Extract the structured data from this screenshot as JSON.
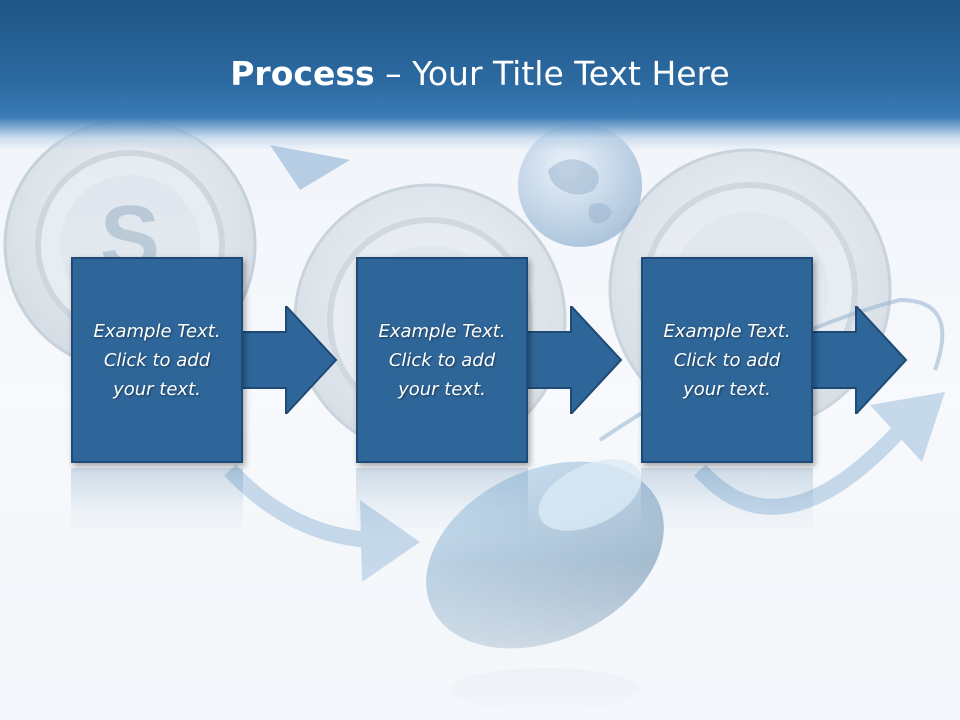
{
  "title": {
    "strong": "Process",
    "rest": " – Your Title Text Here"
  },
  "steps": [
    {
      "line1": "Example Text.",
      "line2": "Click  to add",
      "line3": "your text."
    },
    {
      "line1": "Example Text.",
      "line2": "Click  to add",
      "line3": "your text."
    },
    {
      "line1": "Example Text.",
      "line2": "Click  to add",
      "line3": "your text."
    }
  ],
  "colors": {
    "title_bar": "#2c6aa1",
    "step_fill": "#2e6699",
    "step_border": "#1e4a75",
    "title_text": "#ffffff"
  },
  "icons": [
    "gear-icon",
    "globe-icon",
    "mouse-icon",
    "curved-arrow-icon",
    "dollar-sign-icon"
  ]
}
